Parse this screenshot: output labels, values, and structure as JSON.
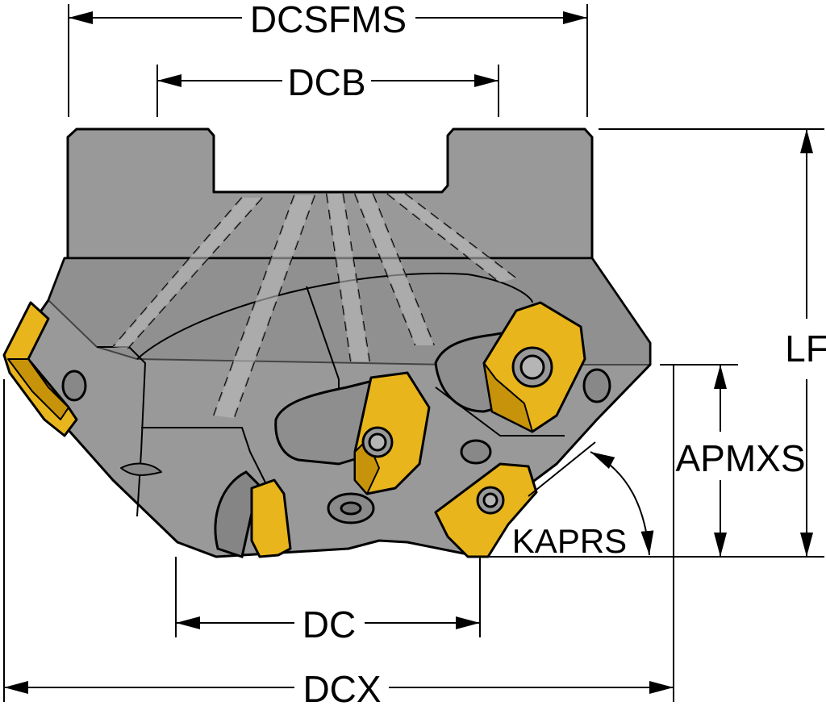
{
  "diagram": {
    "labels": {
      "dcsfms": "DCSFMS",
      "dcb": "DCB",
      "lf": "LF",
      "apmxs": "APMXS",
      "kaprs": "KAPRS",
      "dc": "DC",
      "dcx": "DCX"
    },
    "colors": {
      "body": "#999999",
      "body_dark": "#808080",
      "body_light": "#b0b0b0",
      "insert": "#e8b51c",
      "insert_dark": "#c7930a",
      "line": "#000000",
      "background": "#ffffff"
    }
  }
}
